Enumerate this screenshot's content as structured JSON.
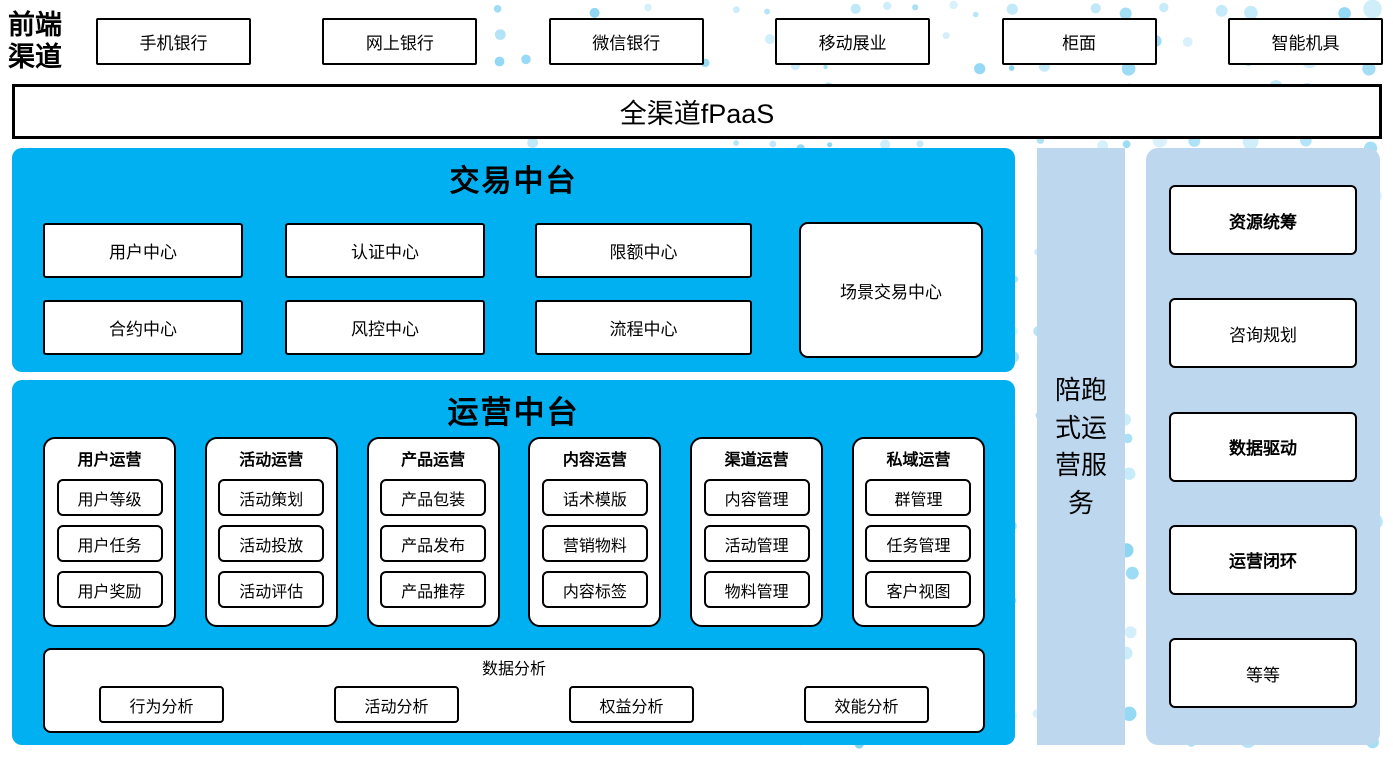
{
  "front_channels": {
    "label": "前端渠道",
    "items": [
      "手机银行",
      "网上银行",
      "微信银行",
      "移动展业",
      "柜面",
      "智能机具"
    ]
  },
  "fpaas": {
    "label": "全渠道fPaaS"
  },
  "trade": {
    "title": "交易中台",
    "centers": [
      "用户中心",
      "认证中心",
      "限额中心",
      "合约中心",
      "风控中心",
      "流程中心"
    ],
    "scene_center": "场景交易中心"
  },
  "ops": {
    "title": "运营中台",
    "groups": [
      {
        "title": "用户运营",
        "items": [
          "用户等级",
          "用户任务",
          "用户奖励"
        ]
      },
      {
        "title": "活动运营",
        "items": [
          "活动策划",
          "活动投放",
          "活动评估"
        ]
      },
      {
        "title": "产品运营",
        "items": [
          "产品包装",
          "产品发布",
          "产品推荐"
        ]
      },
      {
        "title": "内容运营",
        "items": [
          "话术模版",
          "营销物料",
          "内容标签"
        ]
      },
      {
        "title": "渠道运营",
        "items": [
          "内容管理",
          "活动管理",
          "物料管理"
        ]
      },
      {
        "title": "私域运营",
        "items": [
          "群管理",
          "任务管理",
          "客户视图"
        ]
      }
    ],
    "analysis": {
      "title": "数据分析",
      "items": [
        "行为分析",
        "活动分析",
        "权益分析",
        "效能分析"
      ]
    }
  },
  "side_bar": {
    "label": "陪跑式运营服务"
  },
  "services": {
    "items": [
      {
        "label": "资源统筹"
      },
      {
        "label": "咨询规划"
      },
      {
        "label": "数据驱动"
      },
      {
        "label": "运营闭环"
      },
      {
        "label": "等等"
      }
    ]
  },
  "colors": {
    "cyan": "#00B0F0",
    "light_blue": "#BDD7EE",
    "dot": "#2FB4E9"
  }
}
